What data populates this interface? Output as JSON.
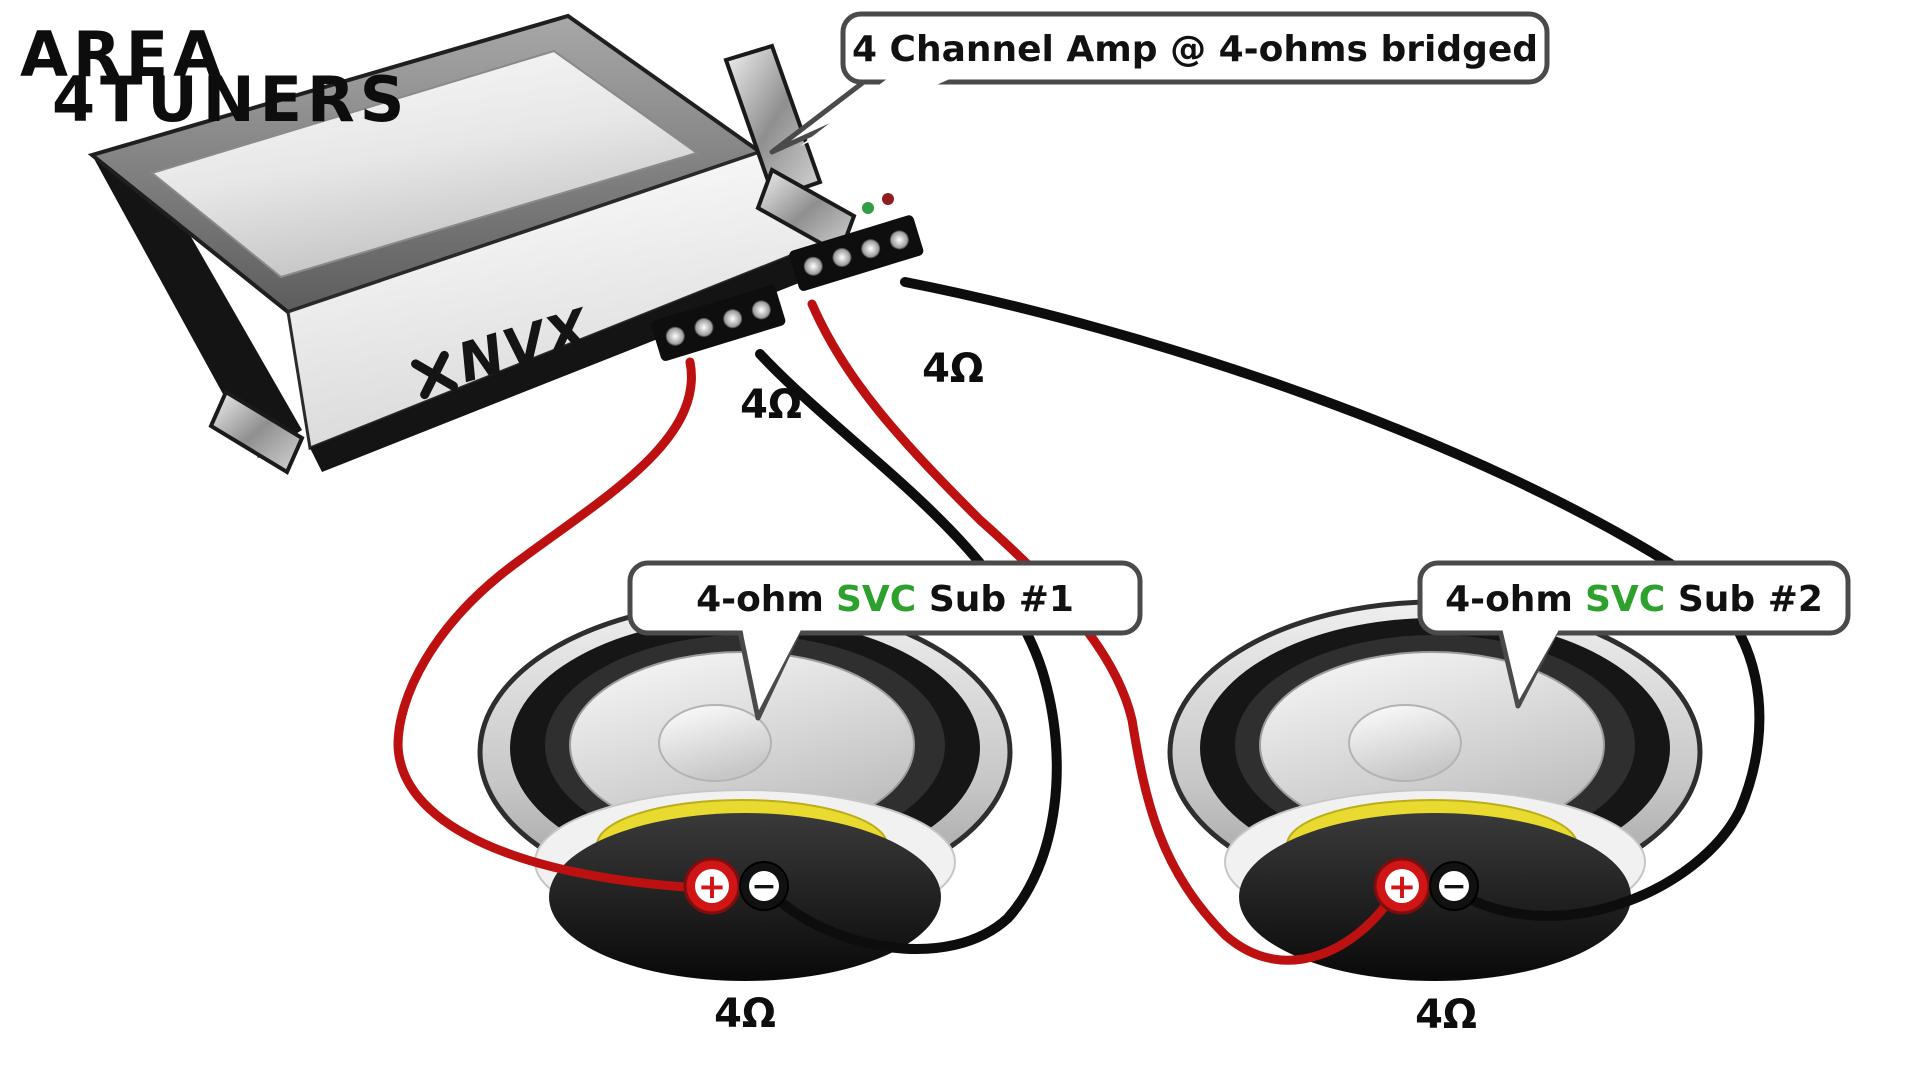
{
  "title_logo": {
    "line1": "AREA",
    "line2": "4TUNERS"
  },
  "amp": {
    "brand": "NVX",
    "callout": "4 Channel Amp @ 4-ohms bridged",
    "front_channel_impedance": "4Ω",
    "rear_channel_impedance": "4Ω",
    "led_power_color": "#2f9e44",
    "led_protect_color": "#8f1d1d"
  },
  "subs": [
    {
      "callout_ohm": "4-ohm",
      "callout_svc": "SVC",
      "callout_name": "Sub #1",
      "impedance": "4Ω",
      "positive_symbol": "+",
      "negative_symbol": "−"
    },
    {
      "callout_ohm": "4-ohm",
      "callout_svc": "SVC",
      "callout_name": "Sub #2",
      "impedance": "4Ω",
      "positive_symbol": "+",
      "negative_symbol": "−"
    }
  ],
  "colors": {
    "wire_positive": "#bd1111",
    "wire_negative": "#0d0d0d",
    "svc_green": "#2da02d",
    "bubble_border": "#4a4a4a",
    "terminal_positive": "#cf1515",
    "terminal_negative": "#111111"
  }
}
